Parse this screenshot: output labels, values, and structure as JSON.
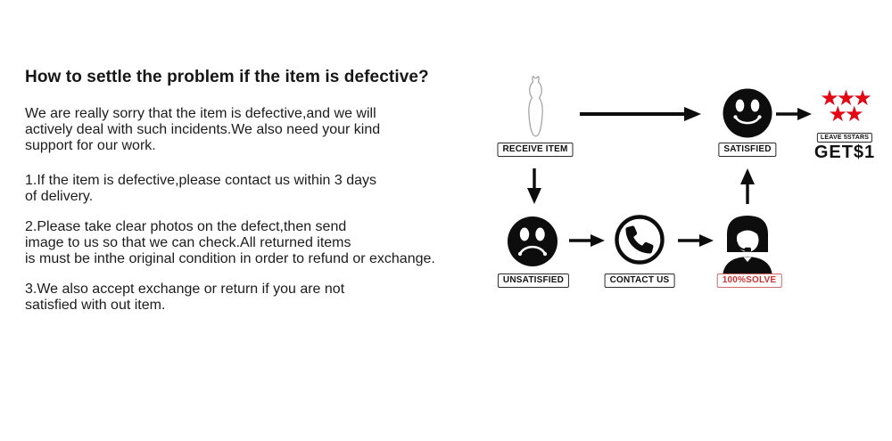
{
  "colors": {
    "star_red": "#e30613",
    "solve_red": "#cd3333",
    "icon_black": "#0d0d0d",
    "text_black": "#1c1c1c"
  },
  "left_panel": {
    "heading": "How to settle the problem if the item is defective?",
    "paragraphs": [
      {
        "lines": [
          "We are really sorry that the item is defective,and we will",
          "actively deal with such incidents.We also need your kind",
          "support for our work."
        ]
      },
      {
        "lines": [
          "1.If the item is defective,please contact us within 3 days",
          "of delivery."
        ]
      },
      {
        "lines": [
          "2.Please take clear photos on the defect,then send",
          "image to us so that we can check.All returned items",
          "is must be inthe original condition in order to refund or exchange."
        ]
      },
      {
        "lines": [
          "3.We also accept exchange or return if you are not",
          "satisfied with out item."
        ]
      }
    ]
  },
  "flowchart": {
    "receive": {
      "label": "RECEIVE ITEM",
      "icon": "dress-icon"
    },
    "satisfied": {
      "label": "SATISFIED",
      "icon": "happy-face-icon"
    },
    "reward": {
      "stars_top": "★★★",
      "stars_bottom": "★★",
      "label": "LEAVE 5STARS",
      "bonus": "GET$1",
      "icon": "five-stars-icon"
    },
    "unsatisfied": {
      "label": "UNSATISFIED",
      "icon": "sad-face-icon"
    },
    "contact": {
      "label": "CONTACT US",
      "icon": "phone-icon"
    },
    "solve": {
      "label": "100%SOLVE",
      "icon": "support-agent-icon"
    }
  }
}
